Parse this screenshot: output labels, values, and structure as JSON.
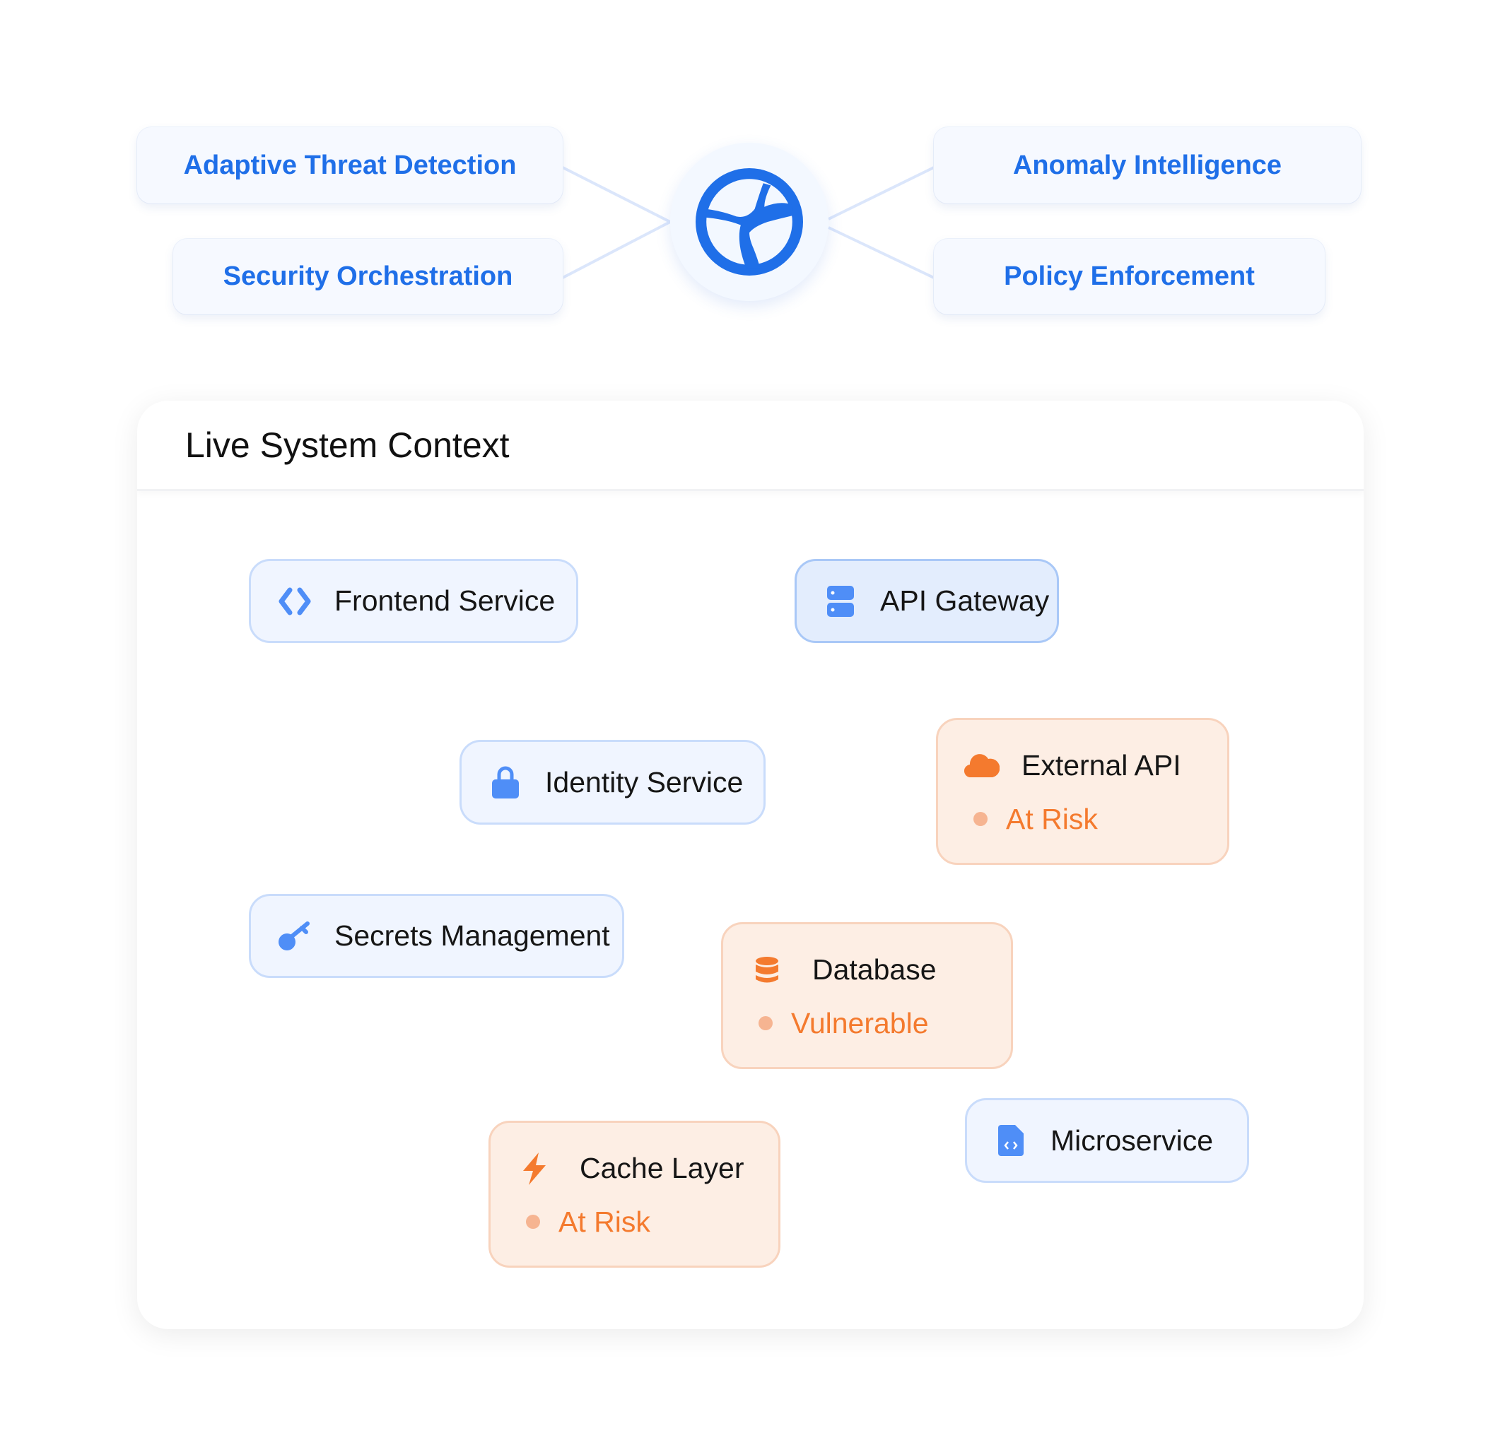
{
  "capabilities": {
    "left": [
      "Adaptive Threat Detection",
      "Security Orchestration"
    ],
    "right": [
      "Anomaly Intelligence",
      "Policy Enforcement"
    ]
  },
  "hub": {
    "icon": "globe-icon"
  },
  "panel": {
    "title": "Live System Context",
    "nodes": {
      "frontend": {
        "label": "Frontend Service",
        "icon": "code-icon"
      },
      "gateway": {
        "label": "API Gateway",
        "icon": "server-icon"
      },
      "identity": {
        "label": "Identity Service",
        "icon": "lock-icon"
      },
      "secrets": {
        "label": "Secrets Management",
        "icon": "key-icon"
      },
      "external": {
        "label": "External API",
        "icon": "cloud-icon",
        "status": "At Risk"
      },
      "database": {
        "label": "Database",
        "icon": "database-icon",
        "status": "Vulnerable"
      },
      "microservice": {
        "label": "Microservice",
        "icon": "code-file-icon"
      },
      "cache": {
        "label": "Cache Layer",
        "icon": "lightning-icon",
        "status": "At Risk"
      }
    }
  },
  "colors": {
    "accent": "#1f6fe8",
    "node_blue": "#4f8ef7",
    "warning": "#f47a2e",
    "warning_dot": "#f6b491"
  }
}
